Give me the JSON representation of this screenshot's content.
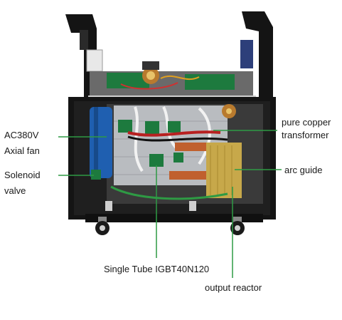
{
  "labels": {
    "fan_line1": "AC380V",
    "fan_line2": "Axial fan",
    "solenoid_line1": "Solenoid",
    "solenoid_line2": "valve",
    "copper_line1": "pure copper",
    "copper_line2": "transformer",
    "arc_guide": "arc guide",
    "igbt": "Single Tube IGBT40N120",
    "reactor": "output reactor"
  },
  "colors": {
    "leader_line": "#2e9a44",
    "chassis": "#111111",
    "fan": "#1f5fb0",
    "heatsink": "#b9bcc0",
    "copper": "#c0602e",
    "transformer_core": "#c7a84a",
    "pcb_green": "#1d7a3e"
  }
}
